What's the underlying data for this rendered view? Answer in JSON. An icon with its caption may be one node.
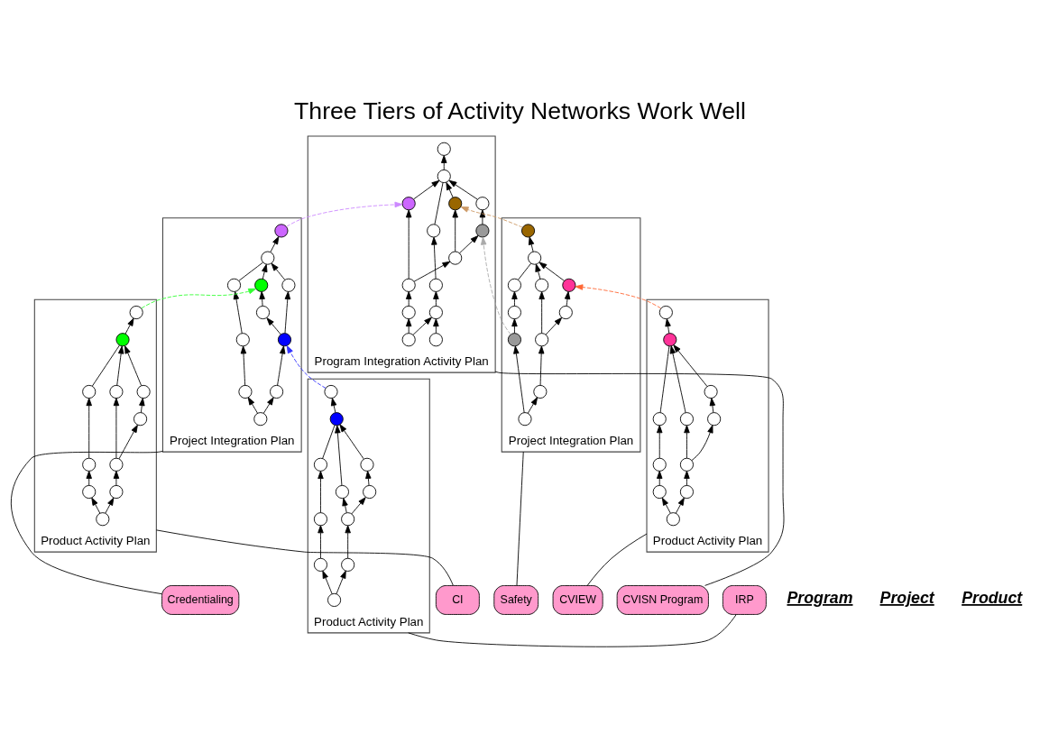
{
  "diagram": {
    "title": "Three Tiers of Activity Networks Work Well",
    "nodes": [
      {
        "text": [
          "Program Integration Activity Plan"
        ]
      },
      {
        "text": [],
        "shape": "circle",
        "in": 0
      },
      {
        "text": [],
        "shape": "circle",
        "in": 0
      },
      {
        "text": [],
        "shape": "circle",
        "in": 0
      },
      {
        "text": [],
        "shape": "circle",
        "in": 0
      },
      {
        "text": [],
        "shape": "circle",
        "in": 0
      },
      {
        "text": [],
        "shape": "circle",
        "in": 0
      },
      {
        "text": [],
        "shape": "circle",
        "in": 0
      },
      {
        "text": [],
        "shape": "circle",
        "in": 0
      },
      {
        "text": [],
        "shape": "circle",
        "in": 0
      },
      {
        "text": [],
        "shape": "circle",
        "in": 0
      },
      {
        "text": [],
        "shape": "circle",
        "in": 0
      },
      {
        "text": [],
        "shape": "circle",
        "in": 0
      },
      {
        "text": [],
        "shape": "circle",
        "in": 0
      },
      {
        "text": [],
        "shape": "circle",
        "in": 0
      },
      {
        "text": [
          "CVISN Program"
        ]
      },
      {
        "text": [
          "Project Integration Plan"
        ]
      },
      {
        "text": [],
        "shape": "circle",
        "in": 16
      },
      {
        "text": [],
        "shape": "circle",
        "in": 16
      },
      {
        "text": [],
        "shape": "circle",
        "in": 16
      },
      {
        "text": [],
        "shape": "circle",
        "in": 16
      },
      {
        "text": [],
        "shape": "circle",
        "in": 16
      },
      {
        "text": [],
        "shape": "circle",
        "in": 16
      },
      {
        "text": [],
        "shape": "circle",
        "in": 16
      },
      {
        "text": [],
        "shape": "circle",
        "in": 16
      },
      {
        "text": [],
        "shape": "circle",
        "in": 16
      },
      {
        "text": [],
        "shape": "circle",
        "in": 16
      },
      {
        "text": [],
        "shape": "circle",
        "in": 16
      },
      {
        "text": [
          "Project Integration Plan"
        ]
      },
      {
        "text": [],
        "shape": "circle",
        "in": 28
      },
      {
        "text": [],
        "shape": "circle",
        "in": 28
      },
      {
        "text": [],
        "shape": "circle",
        "in": 28
      },
      {
        "text": [],
        "shape": "circle",
        "in": 28
      },
      {
        "text": [],
        "shape": "circle",
        "in": 28
      },
      {
        "text": [],
        "shape": "circle",
        "in": 28
      },
      {
        "text": [],
        "shape": "circle",
        "in": 28
      },
      {
        "text": [],
        "shape": "circle",
        "in": 28
      },
      {
        "text": [],
        "shape": "circle",
        "in": 28
      },
      {
        "text": [],
        "shape": "circle",
        "in": 28
      },
      {
        "text": [],
        "shape": "circle",
        "in": 28
      },
      {
        "text": [
          "Credentialing"
        ]
      },
      {
        "text": [
          "Safety"
        ]
      },
      {
        "text": [
          "Product Activity Plan"
        ]
      },
      {
        "text": [],
        "shape": "circle",
        "in": 42
      },
      {
        "text": [],
        "shape": "circle",
        "in": 42
      },
      {
        "text": [],
        "shape": "circle",
        "in": 42
      },
      {
        "text": [],
        "shape": "circle",
        "in": 42
      },
      {
        "text": [],
        "shape": "circle",
        "in": 42
      },
      {
        "text": [],
        "shape": "circle",
        "in": 42
      },
      {
        "text": [],
        "shape": "circle",
        "in": 42
      },
      {
        "text": [],
        "shape": "circle",
        "in": 42
      },
      {
        "text": [],
        "shape": "circle",
        "in": 42
      },
      {
        "text": [],
        "shape": "circle",
        "in": 42
      },
      {
        "text": [],
        "shape": "circle",
        "in": 42
      },
      {
        "text": [
          "Product Activity Plan"
        ]
      },
      {
        "text": [],
        "shape": "circle",
        "in": 54
      },
      {
        "text": [],
        "shape": "circle",
        "in": 54
      },
      {
        "text": [],
        "shape": "circle",
        "in": 54
      },
      {
        "text": [],
        "shape": "circle",
        "in": 54
      },
      {
        "text": [],
        "shape": "circle",
        "in": 54
      },
      {
        "text": [],
        "shape": "circle",
        "in": 54
      },
      {
        "text": [],
        "shape": "circle",
        "in": 54
      },
      {
        "text": [],
        "shape": "circle",
        "in": 54
      },
      {
        "text": [],
        "shape": "circle",
        "in": 54
      },
      {
        "text": [],
        "shape": "circle",
        "in": 54
      },
      {
        "text": [],
        "shape": "circle",
        "in": 54
      },
      {
        "text": [
          "Product Activity Plan"
        ]
      },
      {
        "text": [],
        "shape": "circle",
        "in": 66
      },
      {
        "text": [],
        "shape": "circle",
        "in": 66
      },
      {
        "text": [],
        "shape": "circle",
        "in": 66
      },
      {
        "text": [],
        "shape": "circle",
        "in": 66
      },
      {
        "text": [],
        "shape": "circle",
        "in": 66
      },
      {
        "text": [],
        "shape": "circle",
        "in": 66
      },
      {
        "text": [],
        "shape": "circle",
        "in": 66
      },
      {
        "text": [],
        "shape": "circle",
        "in": 66
      },
      {
        "text": [],
        "shape": "circle",
        "in": 66
      },
      {
        "text": [],
        "shape": "circle",
        "in": 66
      },
      {
        "text": [],
        "shape": "circle",
        "in": 66
      },
      {
        "text": [
          "IRP"
        ]
      },
      {
        "text": [
          "CI"
        ]
      },
      {
        "text": [
          "CVIEW"
        ]
      }
    ],
    "edges": [
      {
        "from": 1,
        "to": 3,
        "arrow": "to"
      },
      {
        "from": 2,
        "to": 3,
        "arrow": "to"
      },
      {
        "from": 3,
        "to": 4,
        "arrow": "to"
      },
      {
        "from": 4,
        "to": 5,
        "arrow": "to"
      },
      {
        "from": 2,
        "to": 6,
        "arrow": "to"
      },
      {
        "from": 5,
        "to": 9,
        "arrow": "none"
      },
      {
        "from": 6,
        "to": 7,
        "arrow": "to"
      },
      {
        "from": 7,
        "to": 8,
        "arrow": "to"
      },
      {
        "from": 8,
        "to": 9,
        "arrow": "to"
      },
      {
        "from": 9,
        "to": 10,
        "arrow": "to"
      },
      {
        "from": 7,
        "to": 11,
        "arrow": "to"
      },
      {
        "from": 11,
        "to": 12,
        "arrow": "to"
      },
      {
        "from": 12,
        "to": 9,
        "arrow": "to"
      },
      {
        "from": 13,
        "to": 9,
        "arrow": "to"
      },
      {
        "from": 11,
        "to": 14,
        "arrow": "to"
      },
      {
        "from": 14,
        "to": 13,
        "arrow": "to"
      },
      {
        "from": 17,
        "to": 18,
        "arrow": "to"
      },
      {
        "from": 18,
        "to": 19,
        "arrow": "to"
      },
      {
        "from": 19,
        "to": 20,
        "arrow": "to"
      },
      {
        "from": 17,
        "to": 21,
        "arrow": "to"
      },
      {
        "from": 20,
        "to": 24,
        "arrow": "none"
      },
      {
        "from": 21,
        "to": 22,
        "arrow": "to"
      },
      {
        "from": 22,
        "to": 23,
        "arrow": "to"
      },
      {
        "from": 23,
        "to": 24,
        "arrow": "to"
      },
      {
        "from": 24,
        "to": 25,
        "arrow": "to"
      },
      {
        "from": 22,
        "to": 26,
        "arrow": "to"
      },
      {
        "from": 26,
        "to": 27,
        "arrow": "to"
      },
      {
        "from": 27,
        "to": 24,
        "arrow": "to"
      },
      {
        "from": 29,
        "to": 30,
        "arrow": "to"
      },
      {
        "from": 30,
        "to": 31,
        "arrow": "to"
      },
      {
        "from": 31,
        "to": 32,
        "arrow": "to"
      },
      {
        "from": 29,
        "to": 33,
        "arrow": "to"
      },
      {
        "from": 32,
        "to": 36,
        "arrow": "none"
      },
      {
        "from": 33,
        "to": 34,
        "arrow": "to"
      },
      {
        "from": 34,
        "to": 35,
        "arrow": "to"
      },
      {
        "from": 35,
        "to": 36,
        "arrow": "to"
      },
      {
        "from": 36,
        "to": 37,
        "arrow": "to"
      },
      {
        "from": 34,
        "to": 38,
        "arrow": "to"
      },
      {
        "from": 38,
        "to": 39,
        "arrow": "to"
      },
      {
        "from": 39,
        "to": 36,
        "arrow": "to"
      },
      {
        "from": 43,
        "to": 44,
        "arrow": "to"
      },
      {
        "from": 44,
        "to": 45,
        "arrow": "to"
      },
      {
        "from": 45,
        "to": 46,
        "arrow": "to"
      },
      {
        "from": 43,
        "to": 47,
        "arrow": "to"
      },
      {
        "from": 46,
        "to": 50,
        "arrow": "none"
      },
      {
        "from": 47,
        "to": 48,
        "arrow": "to"
      },
      {
        "from": 48,
        "to": 49,
        "arrow": "to"
      },
      {
        "from": 49,
        "to": 50,
        "arrow": "to"
      },
      {
        "from": 50,
        "to": 51,
        "arrow": "to"
      },
      {
        "from": 48,
        "to": 52,
        "arrow": "to"
      },
      {
        "from": 52,
        "to": 53,
        "arrow": "to"
      },
      {
        "from": 53,
        "to": 50,
        "arrow": "to"
      },
      {
        "from": 55,
        "to": 56,
        "arrow": "to"
      },
      {
        "from": 56,
        "to": 57,
        "arrow": "to"
      },
      {
        "from": 57,
        "to": 58,
        "arrow": "to"
      },
      {
        "from": 55,
        "to": 59,
        "arrow": "to"
      },
      {
        "from": 58,
        "to": 62,
        "arrow": "none"
      },
      {
        "from": 59,
        "to": 60,
        "arrow": "to"
      },
      {
        "from": 60,
        "to": 61,
        "arrow": "to"
      },
      {
        "from": 61,
        "to": 62,
        "arrow": "to"
      },
      {
        "from": 62,
        "to": 63,
        "arrow": "to"
      },
      {
        "from": 60,
        "to": 64,
        "arrow": "to"
      },
      {
        "from": 64,
        "to": 65,
        "arrow": "to"
      },
      {
        "from": 65,
        "to": 62,
        "arrow": "to"
      },
      {
        "from": 67,
        "to": 68,
        "arrow": "to"
      },
      {
        "from": 68,
        "to": 69,
        "arrow": "to"
      },
      {
        "from": 69,
        "to": 70,
        "arrow": "to"
      },
      {
        "from": 67,
        "to": 71,
        "arrow": "to"
      },
      {
        "from": 70,
        "to": 74,
        "arrow": "none"
      },
      {
        "from": 71,
        "to": 72,
        "arrow": "to"
      },
      {
        "from": 72,
        "to": 73,
        "arrow": "to"
      },
      {
        "from": 73,
        "to": 74,
        "arrow": "to"
      },
      {
        "from": 74,
        "to": 75,
        "arrow": "to"
      },
      {
        "from": 72,
        "to": 76,
        "arrow": "to"
      },
      {
        "from": 76,
        "to": 77,
        "arrow": "to"
      },
      {
        "from": 77,
        "to": 74,
        "arrow": "to"
      },
      {
        "from": 51,
        "to": 22,
        "arrow": "to",
        "style": "dashed",
        "color": "#3333ff"
      },
      {
        "from": 63,
        "to": 27,
        "arrow": "to",
        "style": "dashed",
        "color": "#33ff33"
      },
      {
        "from": 75,
        "to": 39,
        "arrow": "to",
        "style": "dashed",
        "color": "#ff6633"
      },
      {
        "from": 25,
        "to": 8,
        "arrow": "to",
        "style": "dashed",
        "color": "#cc88ff"
      },
      {
        "from": 30,
        "to": 14,
        "arrow": "to",
        "style": "dashed",
        "color": "#aaaaaa"
      },
      {
        "from": 37,
        "to": 12,
        "arrow": "to",
        "style": "dashed",
        "color": "#cc9966"
      },
      {
        "from": 15,
        "to": 0,
        "arrow": "none"
      },
      {
        "from": 40,
        "to": 16,
        "arrow": "none"
      },
      {
        "from": 41,
        "to": 28,
        "arrow": "none"
      },
      {
        "from": 78,
        "to": 42,
        "arrow": "none"
      },
      {
        "from": 79,
        "to": 54,
        "arrow": "none"
      },
      {
        "from": 80,
        "to": 66,
        "arrow": "none"
      }
    ],
    "labels": [
      "Program",
      "Project",
      "Product"
    ]
  }
}
